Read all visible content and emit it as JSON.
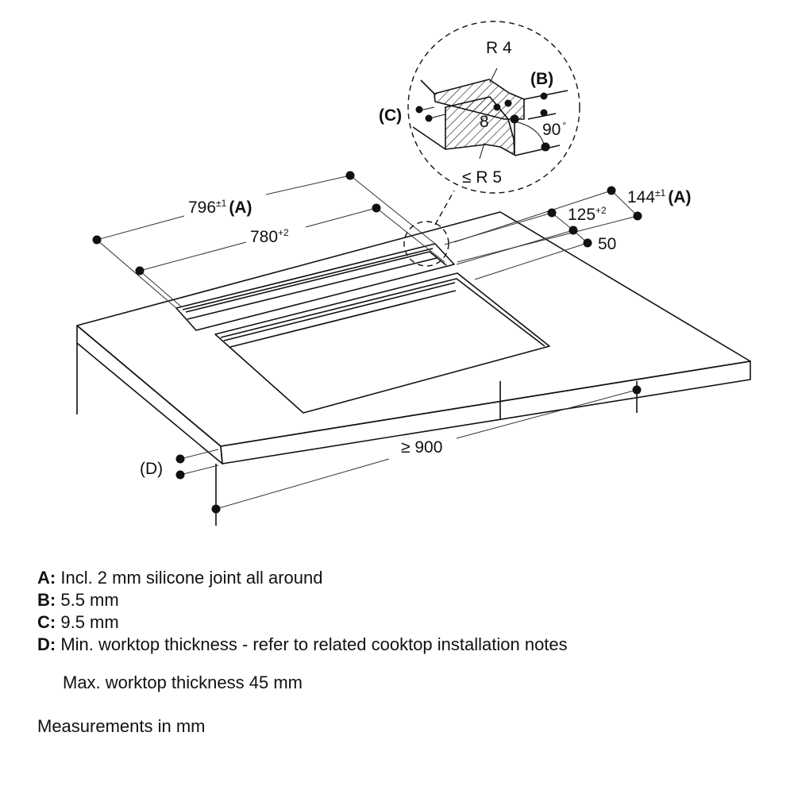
{
  "diagram": {
    "dim_796": {
      "value": "796",
      "tol": "±1",
      "ref": "(A)"
    },
    "dim_780": {
      "value": "780",
      "tol": "+2"
    },
    "dim_144": {
      "value": "144",
      "tol": "±1",
      "ref": "(A)"
    },
    "dim_125": {
      "value": "125",
      "tol": "+2"
    },
    "dim_50": "50",
    "dim_900": "≥ 900",
    "ref_d": "(D)",
    "detail": {
      "r4": "R 4",
      "r5": "≤ R 5",
      "b": "(B)",
      "c": "(C)",
      "eight": "8",
      "angle": "90",
      "deg": "°"
    }
  },
  "notes": [
    {
      "key": "A:",
      "text": "Incl. 2 mm silicone joint all around"
    },
    {
      "key": "B:",
      "text": "5.5 mm"
    },
    {
      "key": "C:",
      "text": "9.5 mm"
    },
    {
      "key": "D:",
      "text": "Min. worktop thickness - refer to related cooktop installation notes"
    }
  ],
  "max_thickness": "Max. worktop thickness 45 mm",
  "units_note": "Measurements in mm"
}
